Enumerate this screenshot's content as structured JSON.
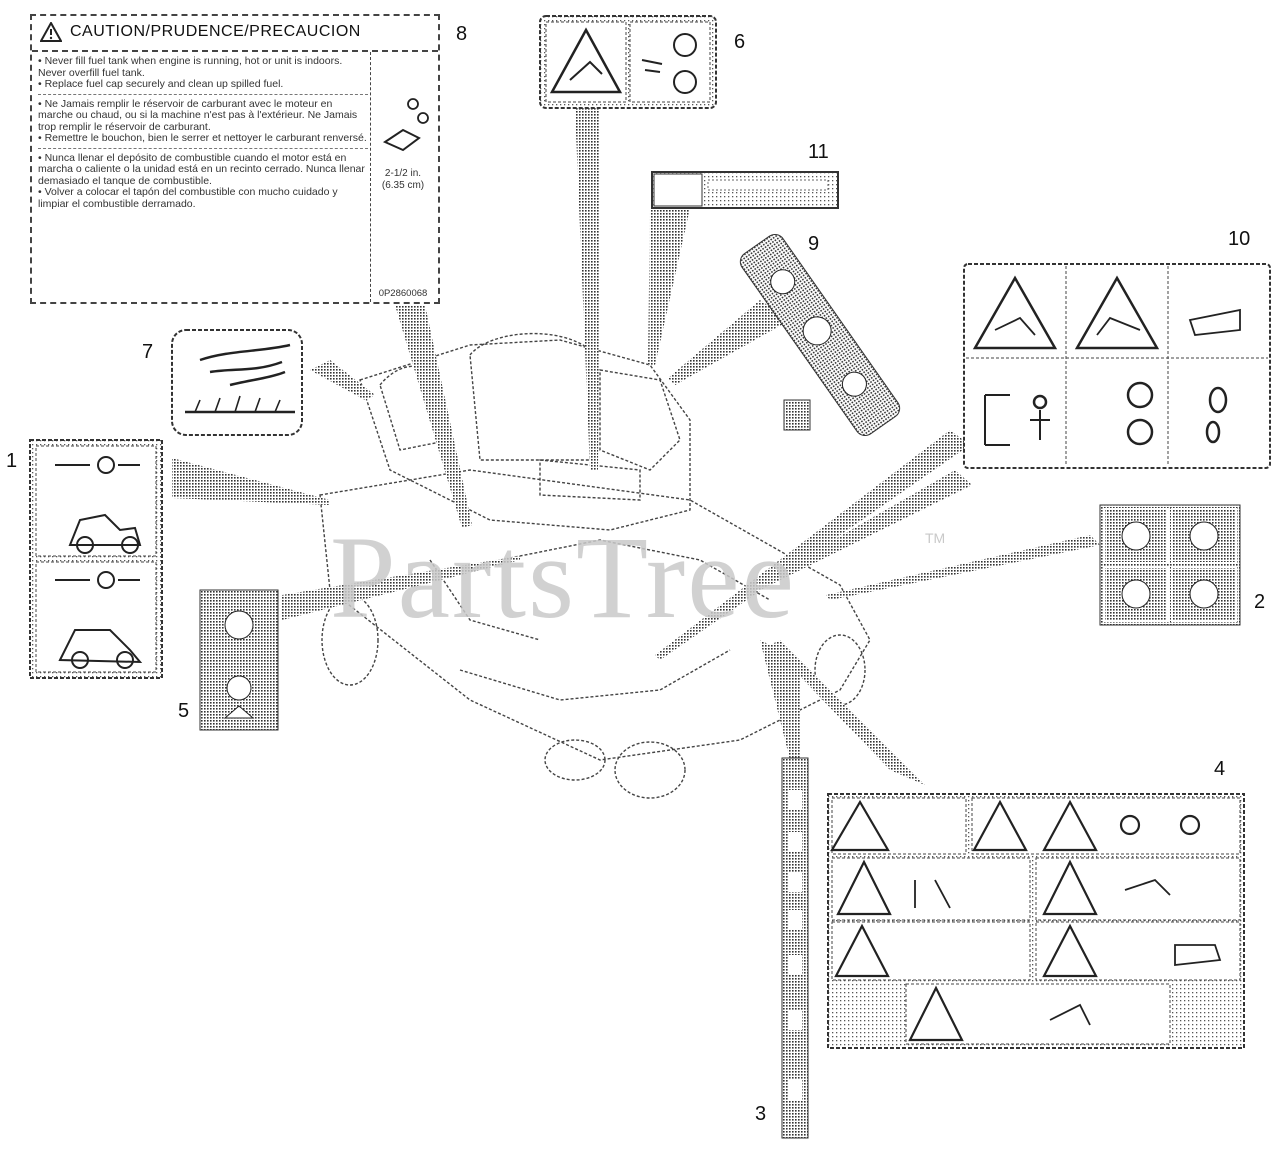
{
  "diagram": {
    "callouts": [
      "1",
      "2",
      "3",
      "4",
      "5",
      "6",
      "7",
      "8",
      "9",
      "10",
      "11"
    ],
    "watermark": "PartsTree",
    "watermark_mark": "TM"
  },
  "label_8": {
    "title": "CAUTION/PRUDENCE/PRECAUCION",
    "english": "• Never fill fuel tank when engine is running, hot or unit is indoors. Never overfill fuel tank.\n• Replace fuel cap securely and clean up spilled fuel.",
    "french": "• Ne Jamais remplir le réservoir de carburant avec le moteur en marche ou chaud, ou si la machine n'est pas à l'extérieur. Ne Jamais trop remplir le réservoir de carburant.\n• Remettre le bouchon, bien le serrer et nettoyer le carburant renversé.",
    "spanish": "• Nunca llenar el depósito de combustible cuando el motor está en marcha o caliente o la unidad está en un recinto cerrado. Nunca llenar demasiado el tanque de combustible.\n• Volver a colocar el tapón del combustible con mucho cuidado y limpiar el combustible derramado.",
    "measure": "2-1/2 in.\n(6.35 cm)",
    "part_number": "0P2860068"
  },
  "colors": {
    "line": "#222222",
    "dither": "#555555",
    "watermark": "#c9c9c9"
  }
}
